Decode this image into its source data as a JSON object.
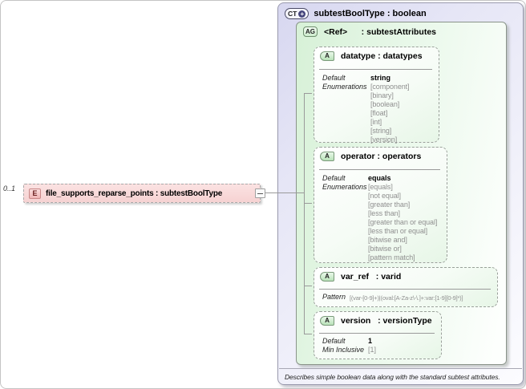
{
  "colors": {
    "lavender": "#d7d7f0",
    "green": "#d7f1d7",
    "element_pink": "#f6d2d2",
    "enum_gray": "#8f8f8f"
  },
  "multiplicity": "0..1",
  "element": {
    "badge": "E",
    "label": "file_supports_reparse_points : subtestBoolType"
  },
  "complex_type": {
    "badge": "CT",
    "plus": "+",
    "title": "subtestBoolType : boolean",
    "annotation": "Describes simple boolean data along with the standard subtest attributes.",
    "attribute_group": {
      "badge": "AG",
      "title": "<Ref>      : subtestAttributes",
      "attributes": [
        {
          "badge": "A",
          "title": "datatype : datatypes",
          "facets": {
            "default_label": "Default",
            "default": "string",
            "enum_label": "Enumerations",
            "enums": [
              "[component]",
              "[binary]",
              "[boolean]",
              "[float]",
              "[int]",
              "[string]",
              "[version]"
            ]
          }
        },
        {
          "badge": "A",
          "title": "operator : operators",
          "facets": {
            "default_label": "Default",
            "default": "equals",
            "enum_label": "Enumerations",
            "enums": [
              "[equals]",
              "[not equal]",
              "[greater than]",
              "[less than]",
              "[greater than or equal]",
              "[less than or equal]",
              "[bitwise and]",
              "[bitwise or]",
              "[pattern match]"
            ]
          }
        },
        {
          "badge": "A",
          "title": "var_ref   : varid",
          "facets": {
            "pattern_label": "Pattern",
            "pattern": "[(var-[0-9]+)|(oval:[A-Za-z\\-\\.]+:var:[1-9][0-9]*)]"
          }
        },
        {
          "badge": "A",
          "title": "version   : versionType",
          "facets": {
            "default_label": "Default",
            "default": "1",
            "min_label": "Min Inclusive",
            "min": "[1]"
          }
        }
      ]
    }
  }
}
